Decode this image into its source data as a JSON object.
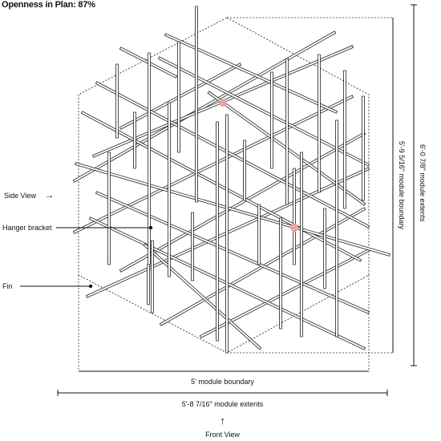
{
  "title": "Openness in Plan: 87%",
  "labels": {
    "side_view": "Side View",
    "side_view_arrow": "→",
    "hanger_bracket": "Hanger bracket",
    "fin": "Fin",
    "module_boundary_h": "5' module boundary",
    "module_extents_h": "5'-8 7/16\" module extents",
    "front_view": "Front View",
    "front_view_arrow": "↑",
    "module_boundary_v": "5'-9 5/16\" module boundary",
    "module_extents_v": "6'-0 7/8\" module extents"
  },
  "colors": {
    "line": "#222222",
    "bar_fill": "#ffffff",
    "bracket_dot": "#e8a3a3"
  }
}
